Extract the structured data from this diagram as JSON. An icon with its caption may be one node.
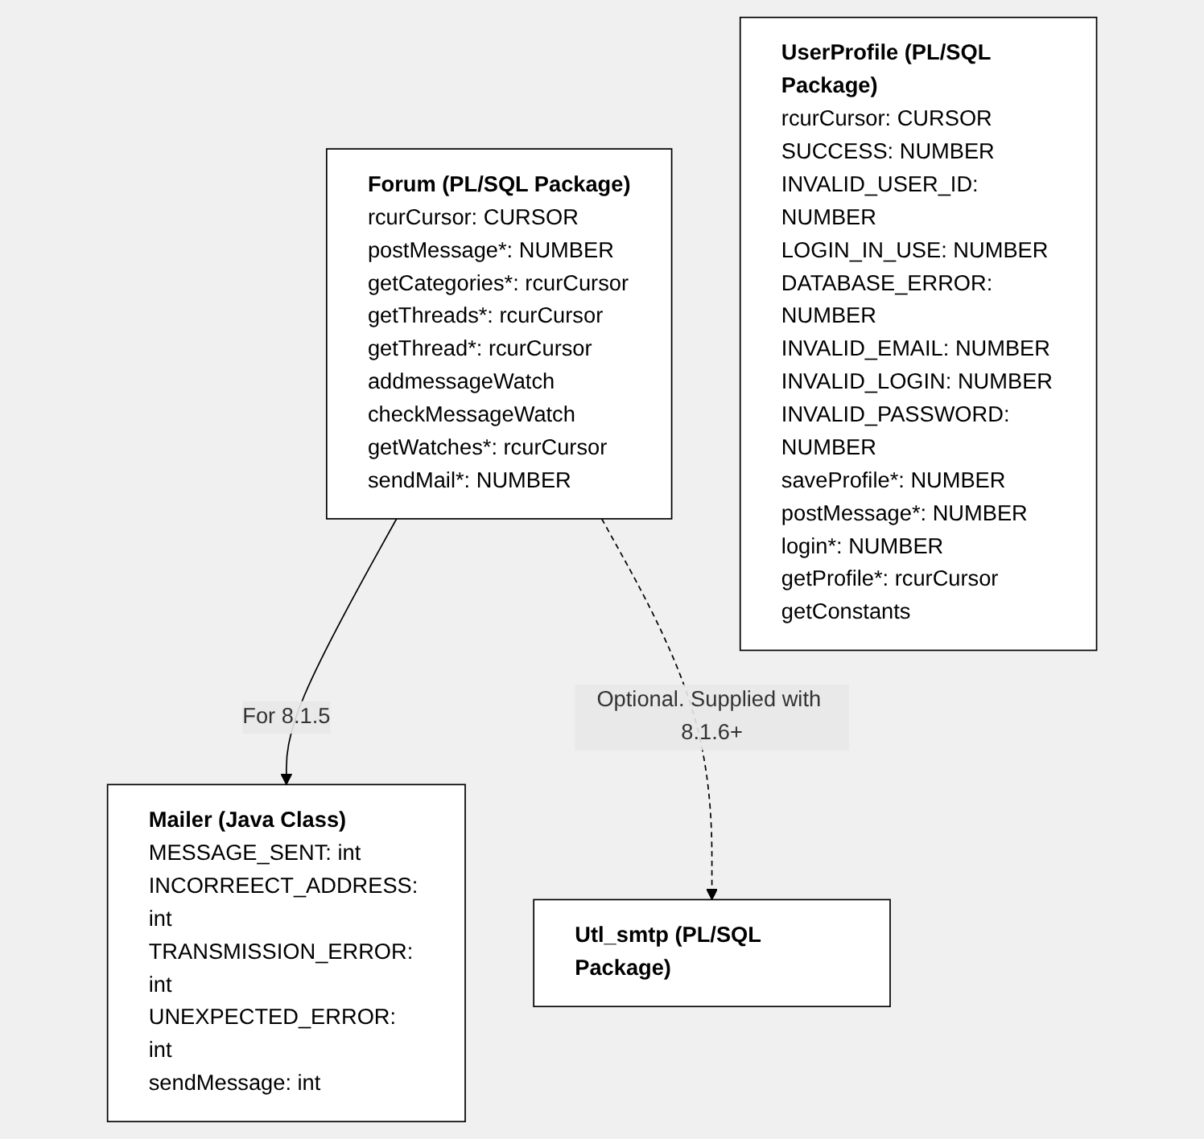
{
  "diagram": {
    "nodes": [
      {
        "text": [
          "Forum (PL/SQL Package)",
          "rcurCursor: CURSOR",
          "postMessage*: NUMBER",
          "getCategories*: rcurCursor",
          "getThreads*: rcurCursor",
          "getThread*: rcurCursor",
          "addmessageWatch",
          "checkMessageWatch",
          "getWatches*: rcurCursor",
          "sendMail*: NUMBER"
        ]
      },
      {
        "text": [
          "UserProfile (PL/SQL Package)",
          "rcurCursor: CURSOR",
          "SUCCESS: NUMBER",
          "INVALID_USER_ID: NUMBER",
          "LOGIN_IN_USE: NUMBER",
          "DATABASE_ERROR: NUMBER",
          "INVALID_EMAIL: NUMBER",
          "INVALID_LOGIN: NUMBER",
          "INVALID_PASSWORD: NUMBER",
          "saveProfile*: NUMBER",
          "postMessage*: NUMBER",
          "login*: NUMBER",
          "getProfile*: rcurCursor",
          "getConstants"
        ]
      },
      {
        "text": [
          "Mailer (Java Class)",
          "MESSAGE_SENT: int",
          "INCORREECT_ADDRESS: int",
          "TRANSMISSION_ERROR: int",
          "UNEXPECTED_ERROR: int",
          "sendMessage: int"
        ]
      },
      {
        "text": [
          "Utl_smtp (PL/SQL Package)"
        ]
      }
    ],
    "edges": [
      {
        "from": 0,
        "to": 2,
        "arrow": "to",
        "label": "For 8.1.5"
      },
      {
        "from": 0,
        "to": 3,
        "arrow": "to",
        "label": "Optional. Supplied with 8.1.6+",
        "style": "dashed"
      }
    ]
  }
}
